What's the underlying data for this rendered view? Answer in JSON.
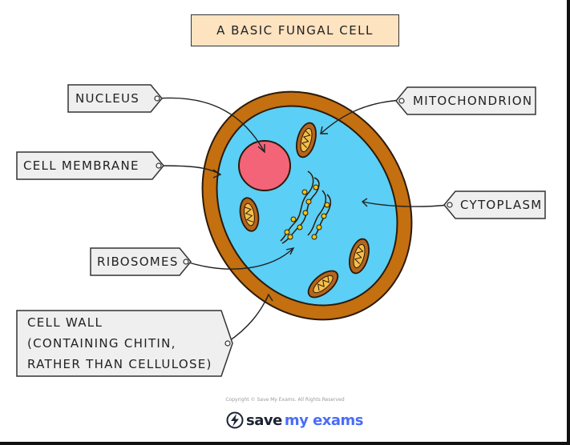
{
  "title": "A BASIC FUNGAL CELL",
  "labels": {
    "nucleus": "NUCLEUS",
    "cell_membrane": "CELL  MEMBRANE",
    "ribosomes": "RIBOSOMES",
    "cell_wall": [
      "CELL  WALL",
      "(CONTAINING  CHITIN,",
      "RATHER  THAN  CELLULOSE)"
    ],
    "mitochondrion": "MITOCHONDRION",
    "cytoplasm": "CYTOPLASM"
  },
  "footer": {
    "copyright": "Copyright © Save My Exams. All Rights Reserved",
    "brand_part1": "save",
    "brand_part2": "my exams"
  },
  "colors": {
    "cell_wall": "#c46f10",
    "cytoplasm": "#5bcff5",
    "nucleus": "#f46478",
    "mitochondrion": "#b5651d",
    "mito_inner": "#f4c04a",
    "ribosome": "#f0c419",
    "title_bg": "#fde3c0",
    "tag_bg": "#efefef"
  }
}
